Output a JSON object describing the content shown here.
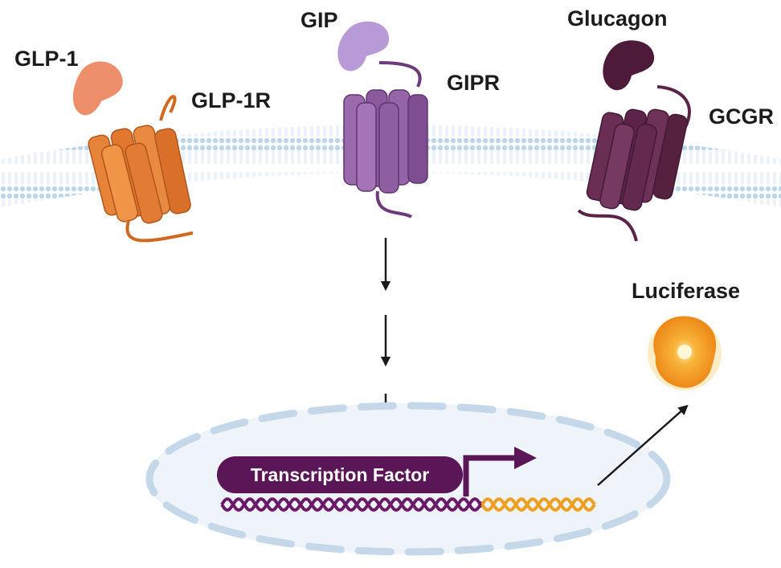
{
  "labels": {
    "glp1": "GLP-1",
    "glp1r": "GLP-1R",
    "gip": "GIP",
    "gipr": "GIPR",
    "glucagon": "Glucagon",
    "gcgr": "GCGR",
    "luciferase": "Luciferase",
    "transcription_factor": "Transcription Factor"
  },
  "colors": {
    "glp1_ligand": "#ee8f6c",
    "glp1r_receptor": "#e0782f",
    "gip_ligand": "#b79ad6",
    "gipr_receptor": "#8a5a9c",
    "glucagon_ligand": "#4d1a3a",
    "gcgr_receptor": "#6a2e55",
    "membrane": "#bcd6ec",
    "nucleus_fill": "#eef4fa",
    "nucleus_envelope": "#c4d8ea",
    "transcription_factor": "#5a1656",
    "dna_promoter": "#6a1a66",
    "dna_reporter": "#f0a020",
    "luciferase": "#f39a1c",
    "arrow": "#1a1a1a"
  }
}
